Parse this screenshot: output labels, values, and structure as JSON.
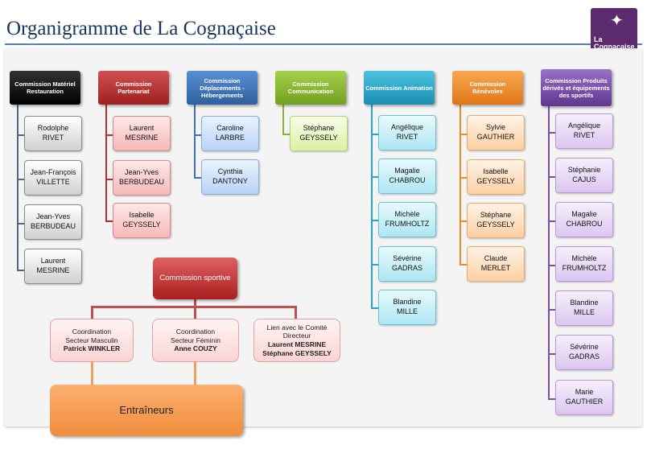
{
  "title": "Organigramme de La Cognaçaise",
  "logo": {
    "line1": "La",
    "line2": "Cognaçaise"
  },
  "colors": {
    "black": "#000000",
    "red": "#b13030",
    "blue": "#3f72b8",
    "green": "#86b430",
    "teal": "#27a4c8",
    "orange": "#ef8a24",
    "purple": "#7a4fa8",
    "sport_orange": "#f08c3c",
    "connector_red": "#c0504d",
    "connector_orange": "#e8a35b"
  },
  "commissions": [
    {
      "title": "Commission Matériel Restauration",
      "members": [
        [
          "Rodolphe",
          "RIVET"
        ],
        [
          "Jean-François",
          "VILLETTE"
        ],
        [
          "Jean-Yves",
          "BERBUDEAU"
        ],
        [
          "Laurent",
          "MESRINE"
        ]
      ]
    },
    {
      "title": "Commission Partenariat",
      "members": [
        [
          "Laurent",
          "MESRINE"
        ],
        [
          "Jean-Yves",
          "BERBUDEAU"
        ],
        [
          "Isabelle",
          "GEYSSELY"
        ]
      ]
    },
    {
      "title": "Commission Déplacements - Hébergements",
      "members": [
        [
          "Caroline",
          "LARBRE"
        ],
        [
          "Cynthia",
          "DANTONY"
        ]
      ]
    },
    {
      "title": "Commission Communication",
      "members": [
        [
          "Stéphane",
          "GEYSSELY"
        ]
      ]
    },
    {
      "title": "Commission Animation",
      "members": [
        [
          "Angélique",
          "RIVET"
        ],
        [
          "Magalie",
          "CHABROU"
        ],
        [
          "Michèle",
          "FRUMHOLTZ"
        ],
        [
          "Sévérine",
          "GADRAS"
        ],
        [
          "Blandine",
          "MILLE"
        ]
      ]
    },
    {
      "title": "Commission Bénévoles",
      "members": [
        [
          "Sylvie",
          "GAUTHIER"
        ],
        [
          "Isabelle",
          "GEYSSELY"
        ],
        [
          "Stéphane",
          "GEYSSELY"
        ],
        [
          "Claude",
          "MERLET"
        ]
      ]
    },
    {
      "title": "Commission Produits dérivés et équipements des sportifs",
      "members": [
        [
          "Angélique",
          "RIVET"
        ],
        [
          "Stéphanie",
          "CAJUS"
        ],
        [
          "Magalie",
          "CHABROU"
        ],
        [
          "Michèle",
          "FRUMHOLTZ"
        ],
        [
          "Blandine",
          "MILLE"
        ],
        [
          "Sévérine",
          "GADRAS"
        ],
        [
          "Marie",
          "GAUTHIER"
        ]
      ]
    }
  ],
  "sport": {
    "title": "Commission sportive",
    "masculin": {
      "line1": "Coordination",
      "line2": "Secteur Masculin",
      "name": "Patrick WINKLER"
    },
    "feminin": {
      "line1": "Coordination",
      "line2": "Secteur Féminin",
      "name": "Anne COUZY"
    },
    "lien": {
      "line1": "Lien avec le Comité",
      "line2": "Directeur",
      "name1": "Laurent MESRINE",
      "name2": "Stéphane GEYSSELY"
    },
    "entraineurs": "Entraîneurs"
  }
}
